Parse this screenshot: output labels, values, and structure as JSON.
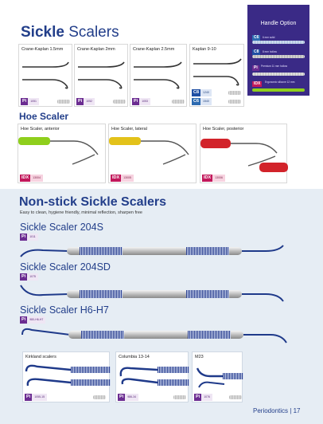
{
  "header": {
    "title_bold": "Sickle",
    "title_rest": " Scalers"
  },
  "sickle_cards": [
    {
      "title": "Crane-Kaplan 1.5mm",
      "tag_code": "Pi",
      "tag_ref": "1051"
    },
    {
      "title": "Crane-Kaplan 2mm",
      "tag_code": "Pi",
      "tag_ref": "1052"
    },
    {
      "title": "Crane-Kaplan 2.5mm",
      "tag_code": "Pi",
      "tag_ref": "1053"
    },
    {
      "title": "Kaplan 9-10",
      "tags": [
        {
          "code": "C8",
          "ref": "1240"
        },
        {
          "code": "C6",
          "ref": "1540"
        }
      ]
    }
  ],
  "handle_option": {
    "title": "Handle Option",
    "options": [
      {
        "code": "C6",
        "desc": "6 mm solid",
        "color": "#2d6ab0"
      },
      {
        "code": "C8",
        "desc": "8 mm hollow",
        "color": "#1f4fa3"
      },
      {
        "code": "Pi",
        "desc": "Premium 11 mm hollow",
        "color": "#6b2c91"
      },
      {
        "code": "IDX",
        "desc": "Ergonomic silicone 12 mm",
        "color": "#c2185b"
      }
    ]
  },
  "hoe": {
    "heading": "Hoe Scaler",
    "cards": [
      {
        "title": "Hoe Scaler, anterior",
        "tag_code": "IDX",
        "tag_ref": "13004",
        "color": "#8fcf1c"
      },
      {
        "title": "Hoe Scaler, lateral",
        "tag_code": "IDX",
        "tag_ref": "13005",
        "color": "#e3c21a"
      },
      {
        "title": "Hoe Scaler, posterior",
        "tag_code": "IDX",
        "tag_ref": "13006",
        "color": "#d2232a"
      }
    ]
  },
  "nonstick": {
    "heading": "Non-stick Sickle Scalers",
    "subheading": "Easy to clean, hygiene friendly, minimal  reflection, sharpen free",
    "items": [
      {
        "name": "Sickle Scaler 204S",
        "tag_code": "Pi",
        "tag_ref": "1011"
      },
      {
        "name": "Sickle Scaler 204SD",
        "tag_code": "Pi",
        "tag_ref": "1075"
      },
      {
        "name": "Sickle Scaler H6-H7",
        "tag_code": "Pi",
        "tag_ref": "980-H6-H7"
      }
    ],
    "small_cards": [
      {
        "title": "Kirkland scalers",
        "tag_code": "Pi",
        "tag_ref": "1055-15"
      },
      {
        "title": "Columbia 13-14",
        "tag_code": "Pi",
        "tag_ref": "986-34"
      },
      {
        "title": "M23",
        "tag_code": "Pi",
        "tag_ref": "1076"
      }
    ]
  },
  "footer": {
    "section": "Periodontics",
    "separator": "|",
    "page_number": "17"
  },
  "colors": {
    "brand_blue": "#223e8a",
    "pi_purple": "#6b2c91",
    "idx_magenta": "#c2185b",
    "panel_purple": "#3a2a86",
    "section_bg": "#e6edf4"
  }
}
